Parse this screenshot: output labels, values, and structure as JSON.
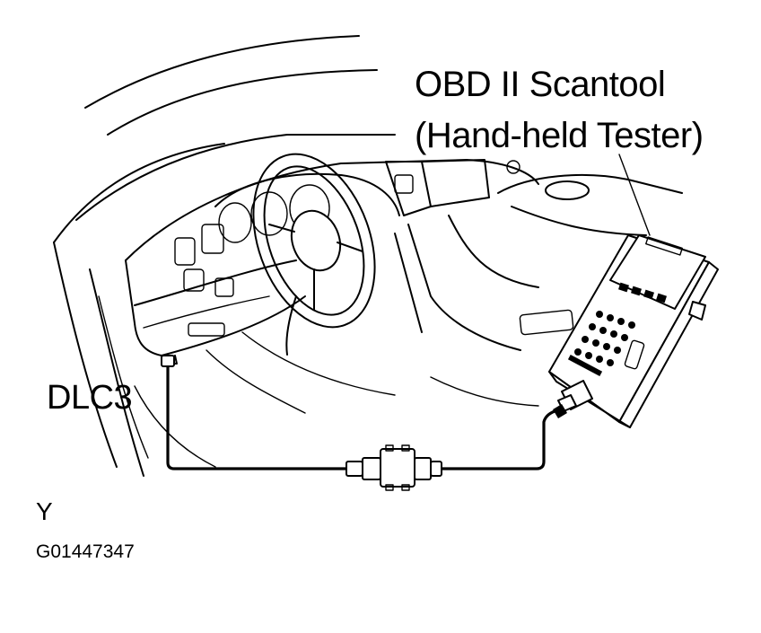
{
  "labels": {
    "scantool_line1": "OBD II Scantool",
    "scantool_line2": "(Hand-held Tester)",
    "connector": "DLC3",
    "code_letter": "Y",
    "figure_id": "G01447347"
  },
  "colors": {
    "ink": "#000000",
    "background": "#ffffff"
  }
}
